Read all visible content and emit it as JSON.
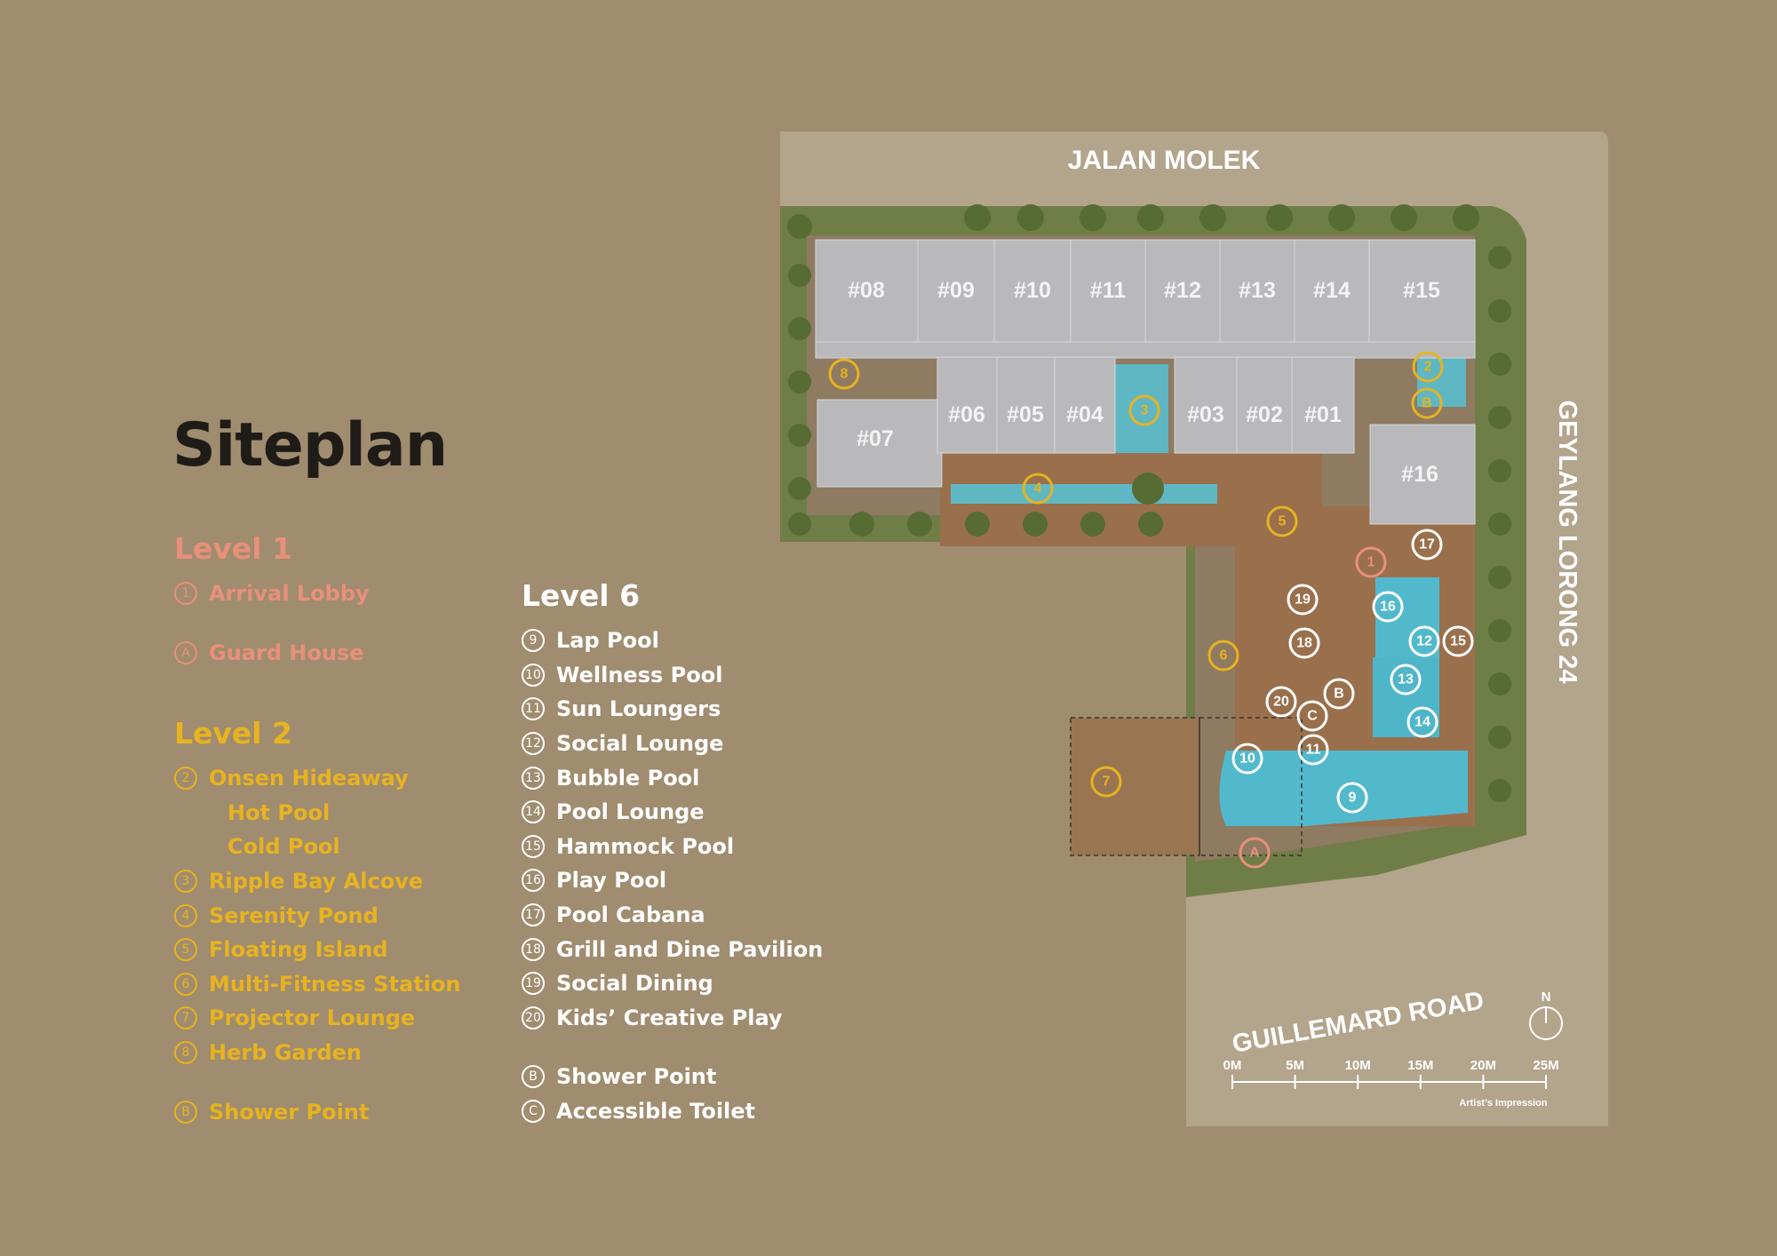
{
  "title": "Siteplan",
  "level1": {
    "heading": "Level 1",
    "items": [
      {
        "badge": "1",
        "label": "Arrival Lobby"
      },
      {
        "badge": "A",
        "label": "Guard House"
      }
    ]
  },
  "level2": {
    "heading": "Level 2",
    "items": [
      {
        "badge": "2",
        "label": "Onsen Hideaway"
      },
      {
        "badge": "",
        "label": "Hot Pool"
      },
      {
        "badge": "",
        "label": "Cold Pool"
      },
      {
        "badge": "3",
        "label": "Ripple Bay Alcove"
      },
      {
        "badge": "4",
        "label": "Serenity Pond"
      },
      {
        "badge": "5",
        "label": "Floating Island"
      },
      {
        "badge": "6",
        "label": "Multi-Fitness Station"
      },
      {
        "badge": "7",
        "label": "Projector Lounge"
      },
      {
        "badge": "8",
        "label": "Herb Garden"
      },
      {
        "badge": "B",
        "label": "Shower Point"
      }
    ]
  },
  "level6": {
    "heading": "Level 6",
    "items": [
      {
        "badge": "9",
        "label": "Lap Pool"
      },
      {
        "badge": "10",
        "label": "Wellness Pool"
      },
      {
        "badge": "11",
        "label": "Sun Loungers"
      },
      {
        "badge": "12",
        "label": "Social Lounge"
      },
      {
        "badge": "13",
        "label": "Bubble Pool"
      },
      {
        "badge": "14",
        "label": "Pool Lounge"
      },
      {
        "badge": "15",
        "label": "Hammock Pool"
      },
      {
        "badge": "16",
        "label": "Play Pool"
      },
      {
        "badge": "17",
        "label": "Pool Cabana"
      },
      {
        "badge": "18",
        "label": "Grill and Dine Pavilion"
      },
      {
        "badge": "19",
        "label": "Social Dining"
      },
      {
        "badge": "20",
        "label": "Kids’ Creative Play"
      },
      {
        "badge": "B",
        "label": "Shower Point"
      },
      {
        "badge": "C",
        "label": "Accessible Toilet"
      }
    ]
  },
  "roads": {
    "north": "JALAN MOLEK",
    "east": "GEYLANG LORONG 24",
    "south": "GUILLEMARD ROAD"
  },
  "units": [
    "#08",
    "#09",
    "#10",
    "#11",
    "#12",
    "#13",
    "#14",
    "#15",
    "#07",
    "#06",
    "#05",
    "#04",
    "#03",
    "#02",
    "#01",
    "#16"
  ],
  "scale": {
    "labels": [
      "0M",
      "5M",
      "10M",
      "15M",
      "20M",
      "25M"
    ],
    "north": "N"
  },
  "note": "Artist’s Impression",
  "colors": {
    "background": "#a08c6f",
    "level1": "#e8907a",
    "level2": "#e7b320",
    "level6": "#ffffff",
    "title": "#1f1c18"
  }
}
